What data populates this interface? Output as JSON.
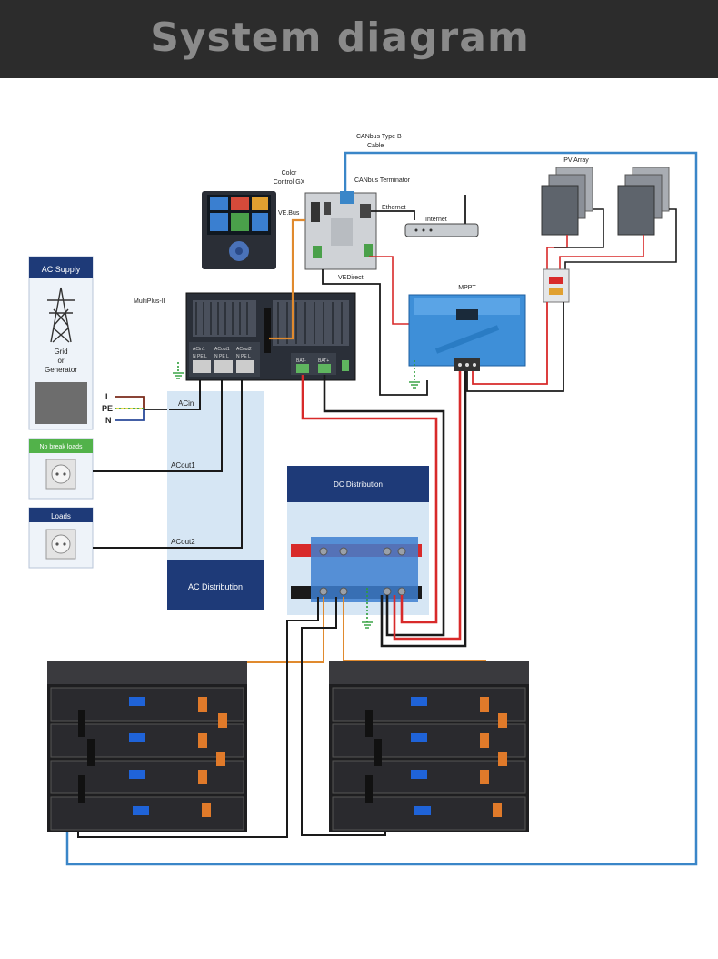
{
  "header": {
    "title": "System diagram"
  },
  "labels": {
    "canbus_cable": [
      "CANbus Type B",
      "Cable"
    ],
    "color_control": [
      "Color",
      "Control GX"
    ],
    "canbus_terminator": "CANbus Terminator",
    "ve_bus": "VE.Bus",
    "ethernet": "Ethernet",
    "internet": "Internet",
    "ve_direct": "VEDirect",
    "multiplus": "MultiPlus-II",
    "pv_array": "PV Array",
    "mppt": "MPPT",
    "ac_supply": "AC Supply",
    "grid_or_generator": [
      "Grid",
      "or",
      "Generator"
    ],
    "no_break_loads": "No break loads",
    "loads": "Loads",
    "lpen": [
      "L",
      "PE",
      "N"
    ],
    "acin": "ACin",
    "acout1": "ACout1",
    "acout2": "ACout2",
    "ac_distribution": "AC Distribution",
    "dc_distribution": "DC Distribution",
    "terminal_acin": "ACin1",
    "terminal_acout1": "ACout1",
    "terminal_acout2": "ACout2",
    "terminal_npel": "N PE L",
    "bat_plus": "BAT+",
    "bat_minus": "BAT-"
  },
  "colors": {
    "banner": "#2c2c2c",
    "canbus_line": "#3a86c8",
    "ve_bus_line": "#e08a2e",
    "positive": "#d82a2a",
    "negative": "#1a1a1a",
    "ground": "#2e9e3a",
    "panel_blue": "#1e3a78",
    "panel_light": "#d6e6f4",
    "mppt_blue": "#3e8fd8"
  }
}
